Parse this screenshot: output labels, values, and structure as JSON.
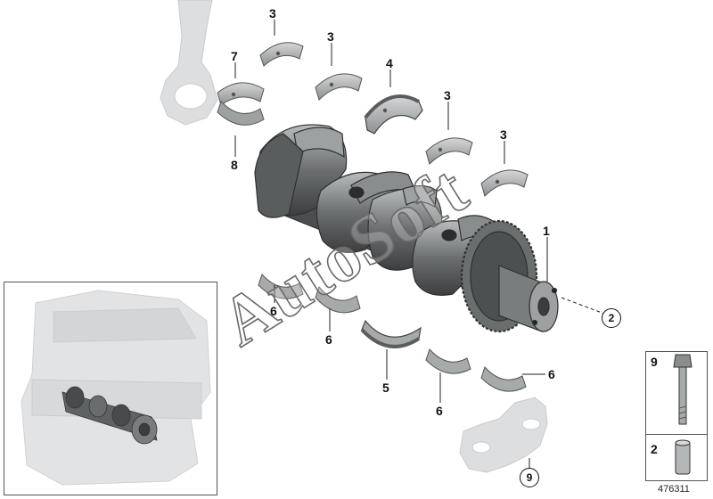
{
  "callouts": {
    "c3a": "3",
    "c3b": "3",
    "c3c": "3",
    "c3d": "3",
    "c4": "4",
    "c7": "7",
    "c8": "8",
    "c1": "1",
    "c2": "2",
    "c6a": "6",
    "c6b": "6",
    "c6c": "6",
    "c6d": "6",
    "c5": "5",
    "c9": "9"
  },
  "legend": {
    "top_number": "9",
    "bottom_number": "2"
  },
  "diagram_number": "476311",
  "watermark": "AutoSoft",
  "colors": {
    "part_dark": "#4a4d4e",
    "part_mid": "#8a8d8e",
    "part_light": "#c4c6c7",
    "ghost": "#d8dadb",
    "line": "#222222"
  }
}
